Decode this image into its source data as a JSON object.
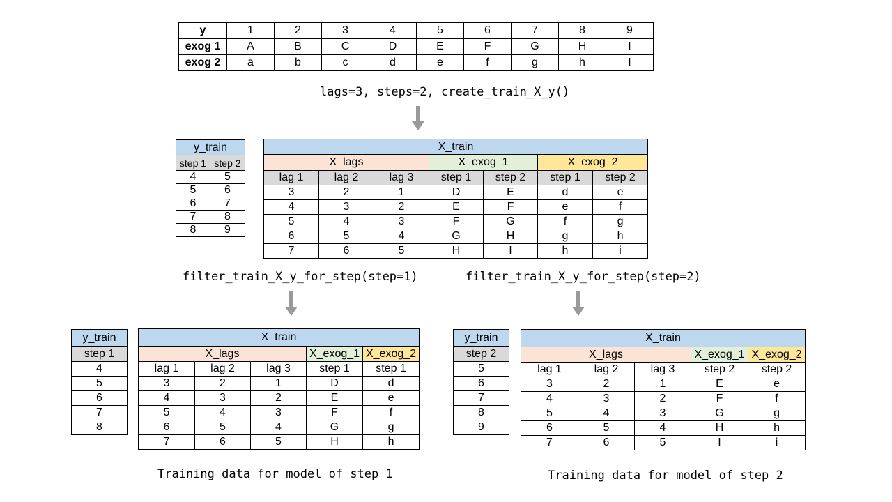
{
  "input_table": {
    "rows": [
      {
        "label": "y",
        "values": [
          "1",
          "2",
          "3",
          "4",
          "5",
          "6",
          "7",
          "8",
          "9"
        ]
      },
      {
        "label": "exog 1",
        "values": [
          "A",
          "B",
          "C",
          "D",
          "E",
          "F",
          "G",
          "H",
          "I"
        ]
      },
      {
        "label": "exog 2",
        "values": [
          "a",
          "b",
          "c",
          "d",
          "e",
          "f",
          "g",
          "h",
          "I"
        ]
      }
    ]
  },
  "labels": {
    "create_call": "lags=3, steps=2, create_train_X_y()",
    "filter_step1": "filter_train_X_y_for_step(step=1)",
    "filter_step2": "filter_train_X_y_for_step(step=2)",
    "caption_step1": "Training data for model of step 1",
    "caption_step2": "Training data for model of step 2"
  },
  "full_y_train": {
    "title": "y_train",
    "columns": [
      "step 1",
      "step 2"
    ],
    "rows": [
      [
        "4",
        "5"
      ],
      [
        "5",
        "6"
      ],
      [
        "6",
        "7"
      ],
      [
        "7",
        "8"
      ],
      [
        "8",
        "9"
      ]
    ]
  },
  "full_x_train": {
    "title": "X_train",
    "groups": [
      "X_lags",
      "X_exog_1",
      "X_exog_2"
    ],
    "columns": [
      "lag 1",
      "lag 2",
      "lag 3",
      "step 1",
      "step 2",
      "step 1",
      "step 2"
    ],
    "rows": [
      [
        "3",
        "2",
        "1",
        "D",
        "E",
        "d",
        "e"
      ],
      [
        "4",
        "3",
        "2",
        "E",
        "F",
        "e",
        "f"
      ],
      [
        "5",
        "4",
        "3",
        "F",
        "G",
        "f",
        "g"
      ],
      [
        "6",
        "5",
        "4",
        "G",
        "H",
        "g",
        "h"
      ],
      [
        "7",
        "6",
        "5",
        "H",
        "I",
        "h",
        "i"
      ]
    ]
  },
  "step1_y_train": {
    "title": "y_train",
    "column": "step 1",
    "rows": [
      "4",
      "5",
      "6",
      "7",
      "8"
    ]
  },
  "step1_x_train": {
    "title": "X_train",
    "groups": [
      "X_lags",
      "X_exog_1",
      "X_exog_2"
    ],
    "columns": [
      "lag 1",
      "lag 2",
      "lag 3",
      "step 1",
      "step 1"
    ],
    "rows": [
      [
        "3",
        "2",
        "1",
        "D",
        "d"
      ],
      [
        "4",
        "3",
        "2",
        "E",
        "e"
      ],
      [
        "5",
        "4",
        "3",
        "F",
        "f"
      ],
      [
        "6",
        "5",
        "4",
        "G",
        "g"
      ],
      [
        "7",
        "6",
        "5",
        "H",
        "h"
      ]
    ]
  },
  "step2_y_train": {
    "title": "y_train",
    "column": "step 2",
    "rows": [
      "5",
      "6",
      "7",
      "8",
      "9"
    ]
  },
  "step2_x_train": {
    "title": "X_train",
    "groups": [
      "X_lags",
      "X_exog_1",
      "X_exog_2"
    ],
    "columns": [
      "lag 1",
      "lag 2",
      "lag 3",
      "step 2",
      "step 2"
    ],
    "rows": [
      [
        "3",
        "2",
        "1",
        "E",
        "e"
      ],
      [
        "4",
        "3",
        "2",
        "F",
        "f"
      ],
      [
        "5",
        "4",
        "3",
        "G",
        "g"
      ],
      [
        "6",
        "5",
        "4",
        "H",
        "h"
      ],
      [
        "7",
        "6",
        "5",
        "I",
        "i"
      ]
    ]
  },
  "colors": {
    "header_blue": "#bdd7ee",
    "lags_pink": "#fbe4d6",
    "exog1_green": "#e2f0d9",
    "exog2_yellow": "#ffe699",
    "subheader_gray": "#d9d9d9",
    "arrow_gray": "#9a9a9a"
  }
}
